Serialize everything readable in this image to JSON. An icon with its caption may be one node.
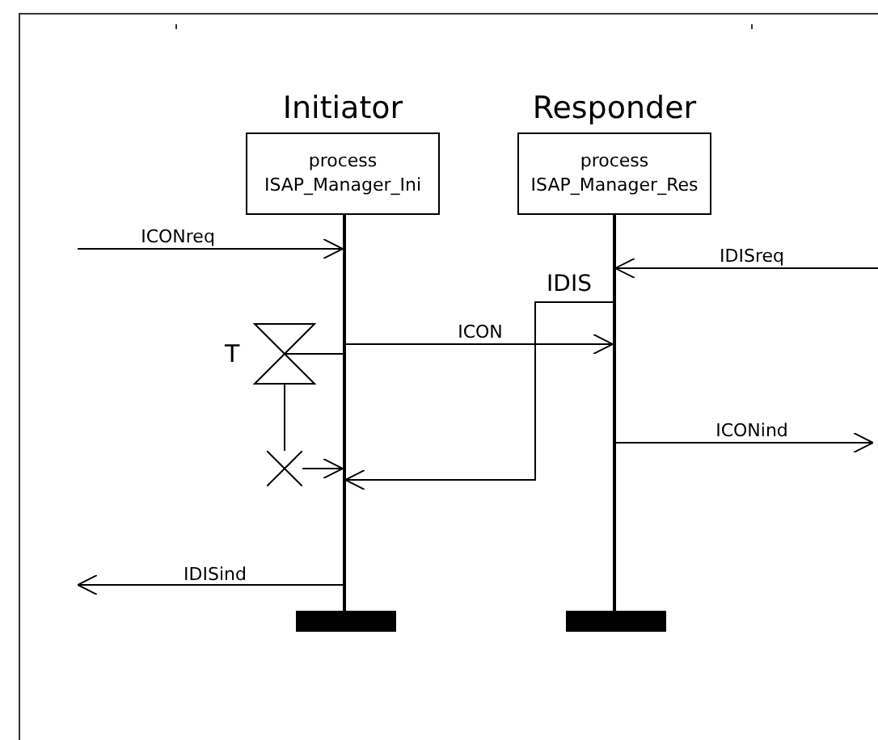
{
  "diagram": {
    "nodes": [
      {
        "text": [
          "Initiator",
          "process ISAP_Manager_Ini"
        ]
      },
      {
        "text": [
          "Responder",
          "process ISAP_Manager_Res"
        ]
      },
      {
        "text": [],
        "shape": "line"
      },
      {
        "text": [],
        "shape": "line"
      },
      {
        "text": [],
        "shape": "hourglass",
        "beside": [
          "T"
        ]
      },
      {
        "text": [],
        "shape": "cross"
      }
    ],
    "edges": [
      {
        "from": null,
        "to": 2,
        "arrow": "to",
        "label": "ICONreq"
      },
      {
        "from": null,
        "to": 3,
        "arrow": "to",
        "label": "IDISreq"
      },
      {
        "from": 2,
        "to": 4,
        "arrow": "none"
      },
      {
        "from": 2,
        "to": 3,
        "arrow": "to",
        "label": "ICON"
      },
      {
        "from": 3,
        "to": 2,
        "arrow": "to",
        "label": "IDIS"
      },
      {
        "from": 3,
        "to": null,
        "arrow": "to",
        "label": "ICONind"
      },
      {
        "from": 4,
        "to": 5,
        "arrow": "none"
      },
      {
        "from": 5,
        "to": 2,
        "arrow": "to"
      },
      {
        "from": 2,
        "to": null,
        "arrow": "to",
        "label": "IDISind"
      }
    ]
  }
}
